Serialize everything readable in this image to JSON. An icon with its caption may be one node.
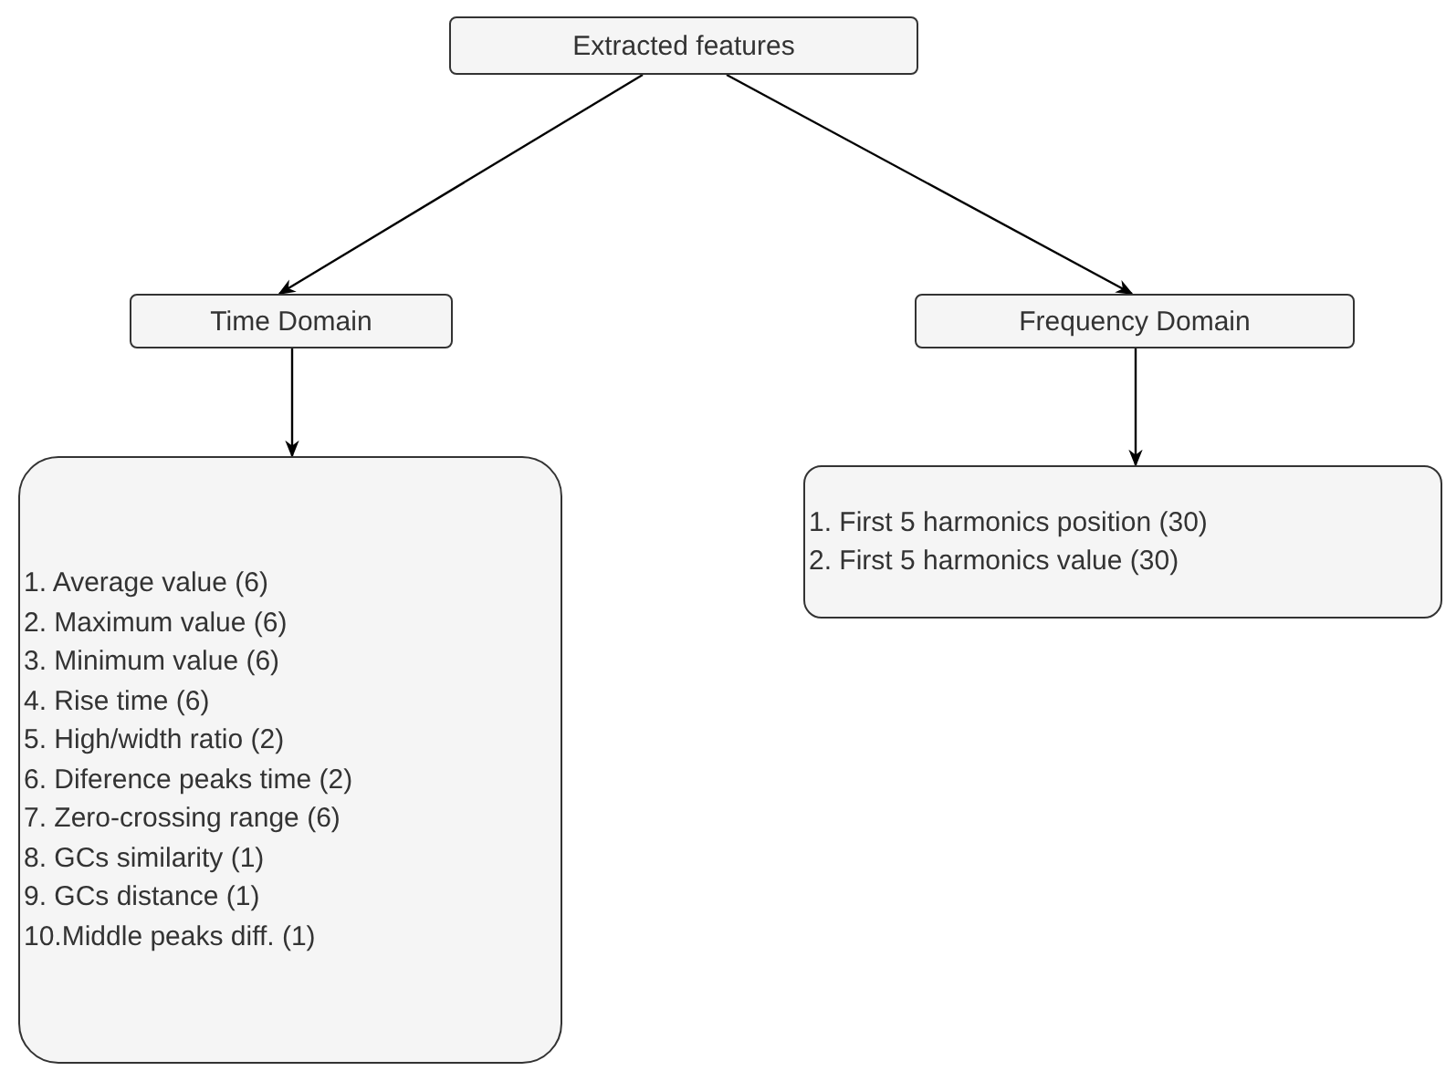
{
  "diagram": {
    "nodes": [
      {
        "text": [
          "Extracted features"
        ]
      },
      {
        "text": [
          "Time Domain"
        ]
      },
      {
        "text": [
          "Frequency Domain"
        ]
      },
      {
        "text": [
          "1. Average value (6)",
          "2. Maximum value (6)",
          "3. Minimum value (6)",
          "4. Rise time (6)",
          "5. High/width ratio (2)",
          "6. Diference peaks time (2)",
          "7. Zero-crossing range (6)",
          "8. GCs similarity (1)",
          "9. GCs distance (1)",
          "10.Middle peaks diff. (1)"
        ]
      },
      {
        "text": [
          "1. First 5 harmonics position (30)",
          "2. First 5 harmonics value (30)"
        ]
      }
    ],
    "edges": [
      {
        "from": 0,
        "to": 1,
        "arrow": "to"
      },
      {
        "from": 0,
        "to": 2,
        "arrow": "to"
      },
      {
        "from": 1,
        "to": 3,
        "arrow": "to"
      },
      {
        "from": 2,
        "to": 4,
        "arrow": "to"
      }
    ]
  }
}
